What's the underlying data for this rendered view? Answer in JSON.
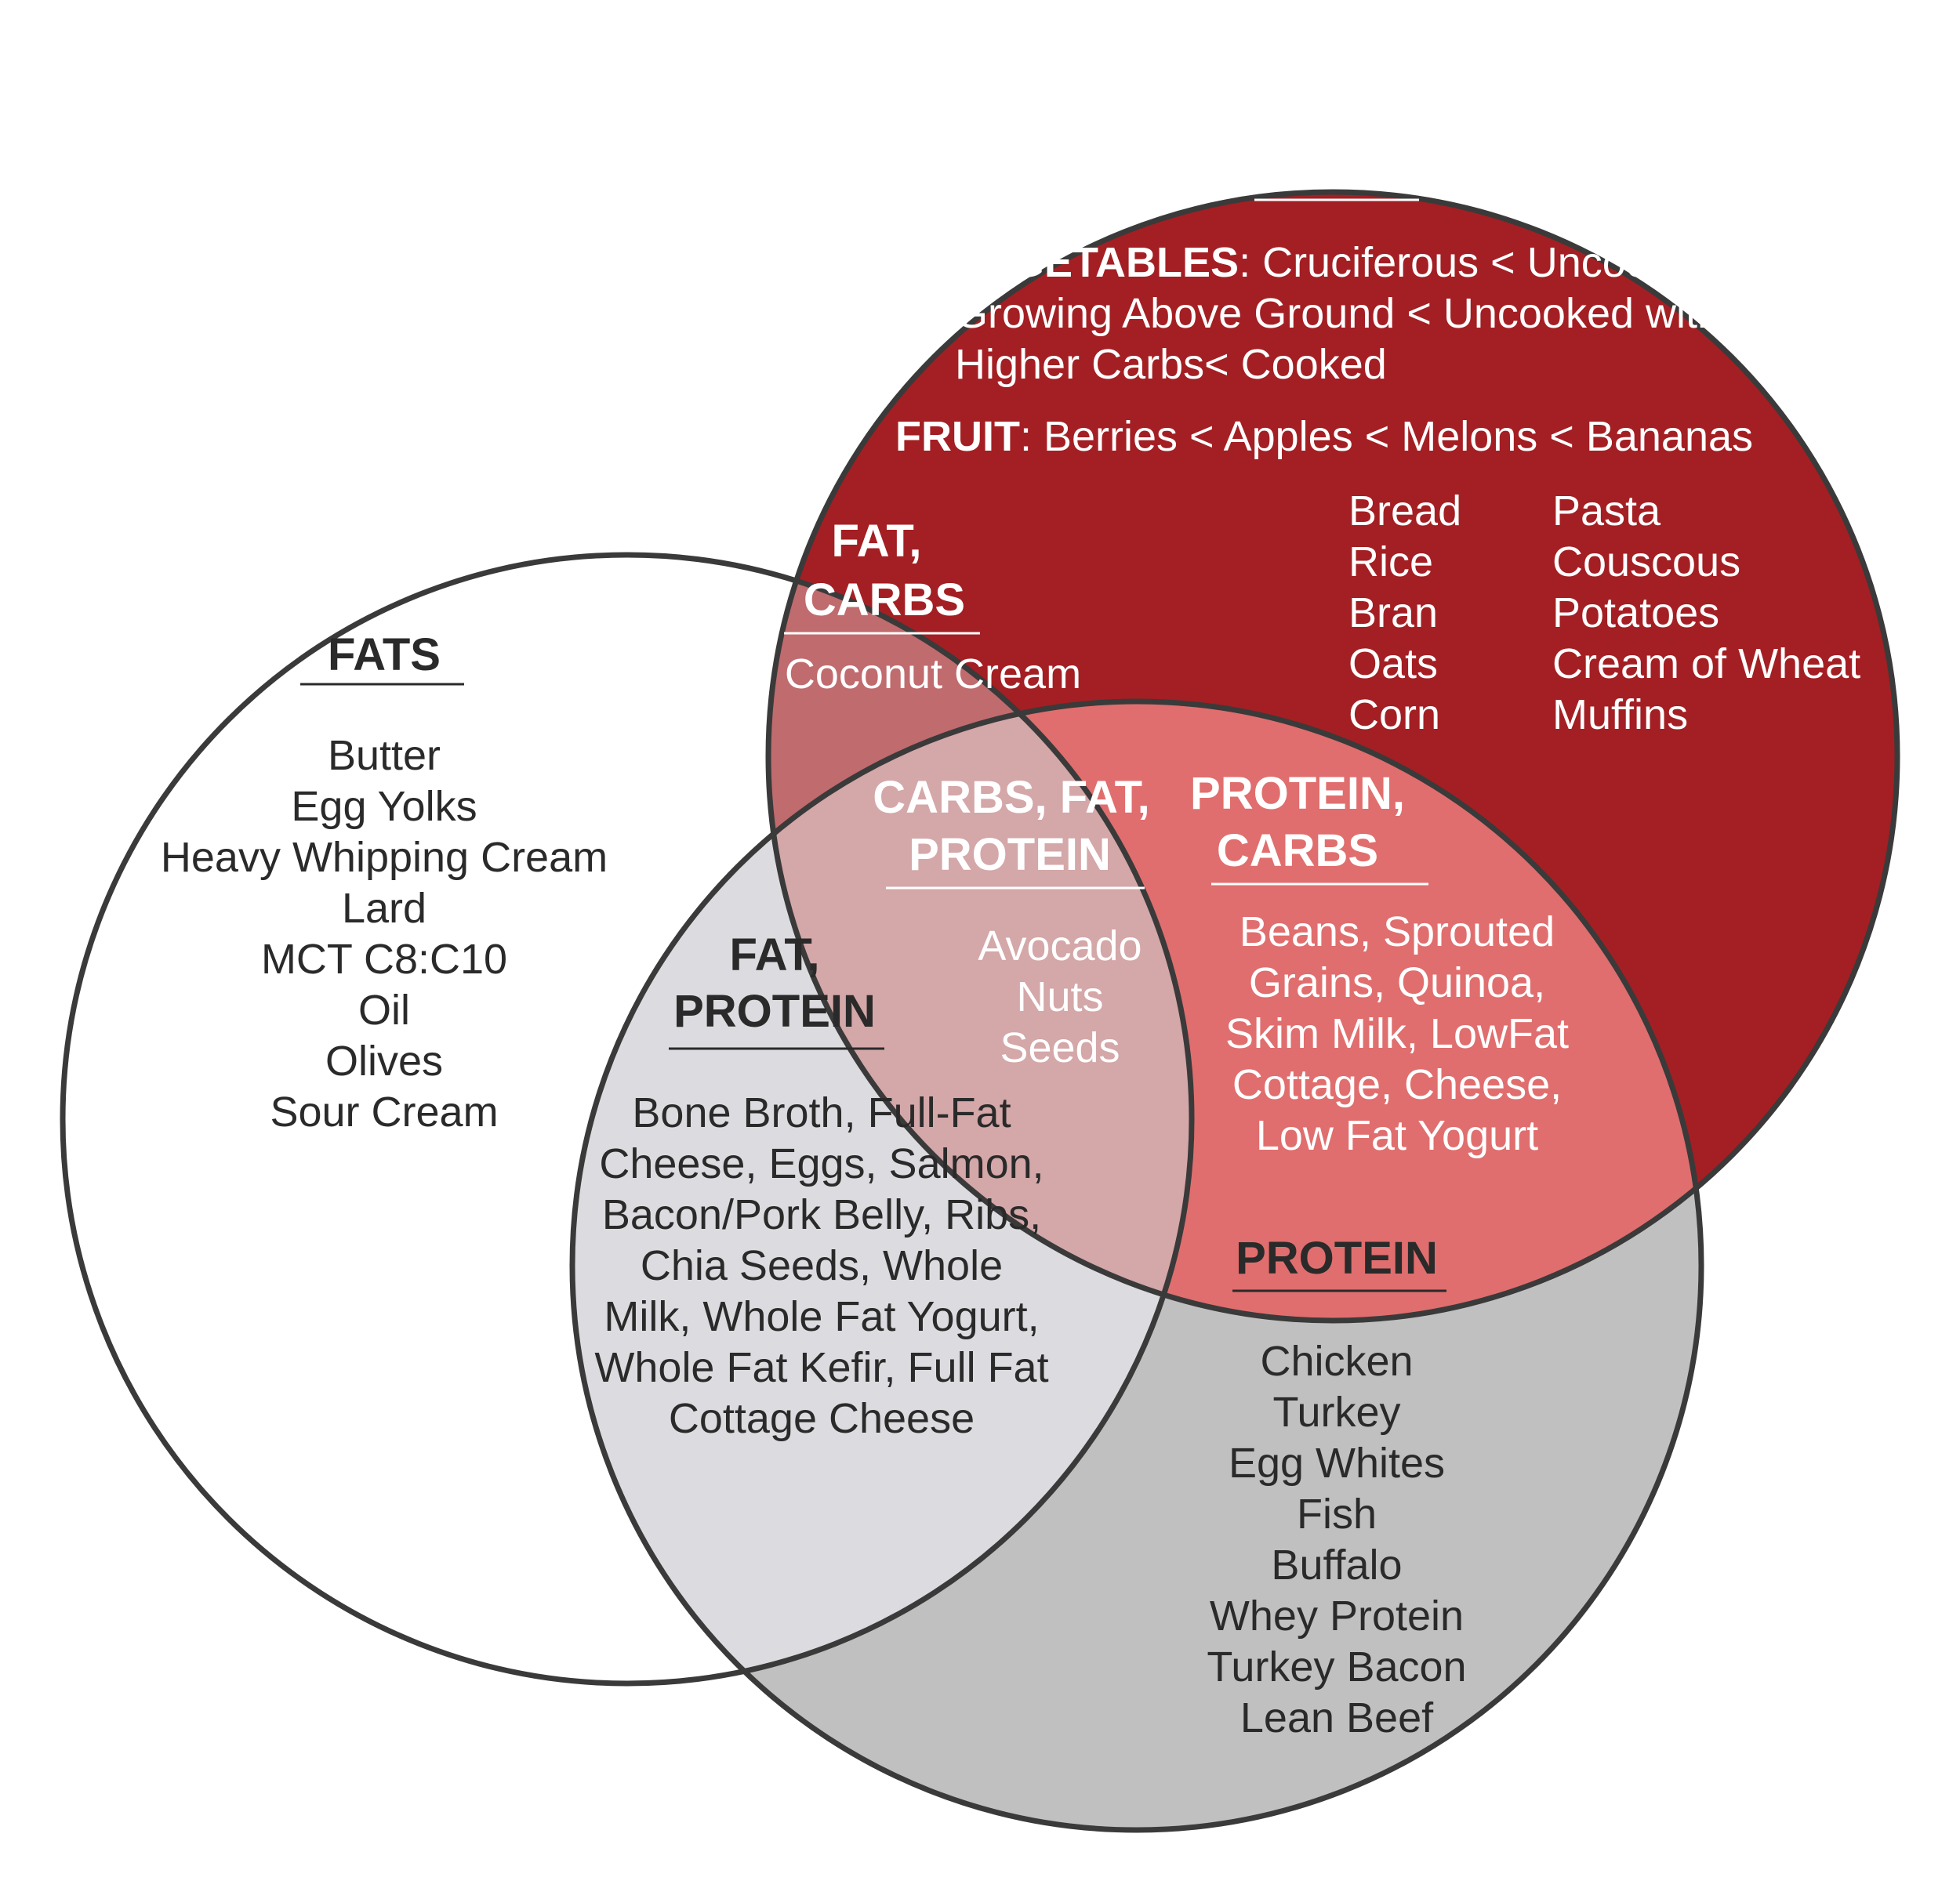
{
  "colors": {
    "carbs_fill": "#a31f23",
    "protein_fill": "#c0c0c0",
    "fats_fill": "#ffffff",
    "fat_carbs_fill": "#c06b6e",
    "protein_carbs_fill": "#e06e6e",
    "fat_protein_fill": "#dcdce0",
    "all_three_fill": "#d4a7a8",
    "outline": "#3a3a3a",
    "dark_text": "#2a2a2a",
    "light_text": "#ffffff"
  },
  "regions": {
    "fats": {
      "title": "FATS",
      "items": [
        "Butter",
        "Egg Yolks",
        "Heavy Whipping Cream",
        "Lard",
        "MCT C8:C10",
        "Oil",
        "Olives",
        "Sour Cream"
      ]
    },
    "carbs": {
      "title": "CARBS",
      "vegetables_label": "VEGETABLES",
      "vegetables_lines": [
        ": Cruciferous < Uncooked",
        "Growing Above Ground < Uncooked with",
        "Higher Carbs< Cooked"
      ],
      "fruit_label": "FRUIT",
      "fruit_text": ": Berries < Apples < Melons < Bananas",
      "column1": [
        "Bread",
        "Rice",
        "Bran",
        "Oats",
        "Corn"
      ],
      "column2": [
        "Pasta",
        "Couscous",
        "Potatoes",
        "Cream of Wheat",
        "Muffins"
      ]
    },
    "protein": {
      "title": "PROTEIN",
      "items": [
        "Chicken",
        "Turkey",
        "Egg Whites",
        "Fish",
        "Buffalo",
        "Whey Protein",
        "Turkey Bacon",
        "Lean Beef"
      ]
    },
    "fat_carbs": {
      "title_lines": [
        "FAT,",
        "CARBS"
      ],
      "items": [
        "Coconut Cream"
      ]
    },
    "protein_carbs": {
      "title_lines": [
        "PROTEIN,",
        "CARBS"
      ],
      "items": [
        "Beans, Sprouted",
        "Grains, Quinoa,",
        "Skim Milk, LowFat",
        "Cottage, Cheese,",
        "Low Fat Yogurt"
      ]
    },
    "fat_protein": {
      "title_lines": [
        "FAT,",
        "PROTEIN"
      ],
      "items": [
        "Bone Broth, Full-Fat",
        "Cheese, Eggs, Salmon,",
        "Bacon/Pork Belly, Ribs,",
        "Chia Seeds, Whole",
        "Milk, Whole Fat Yogurt,",
        "Whole Fat Kefir, Full Fat",
        "Cottage Cheese"
      ]
    },
    "all_three": {
      "title_lines": [
        "CARBS, FAT,",
        "PROTEIN"
      ],
      "items": [
        "Avocado",
        "Nuts",
        "Seeds"
      ]
    }
  }
}
